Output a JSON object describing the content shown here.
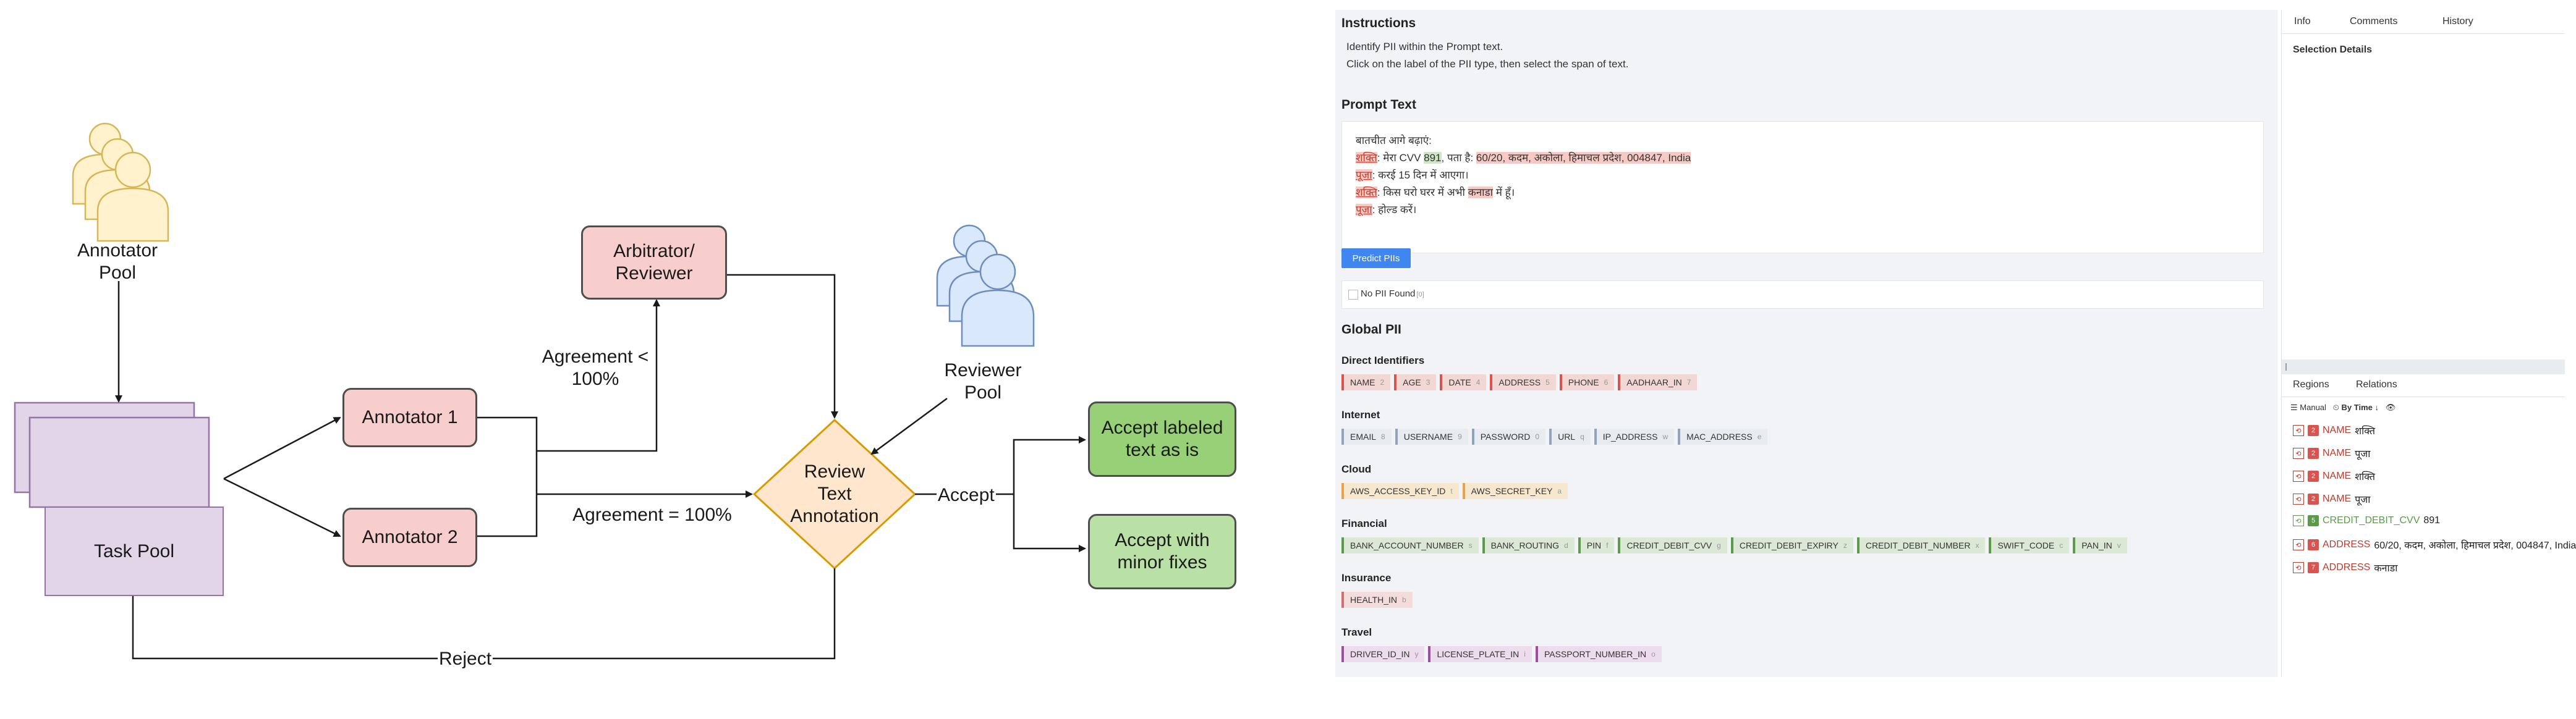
{
  "diagram": {
    "annotator_pool": "Annotator\nPool",
    "reviewer_pool": "Reviewer\nPool",
    "task_pool": "Task Pool",
    "annotator1": "Annotator 1",
    "annotator2": "Annotator 2",
    "arbitrator": "Arbitrator/\nReviewer",
    "review": "Review\nText\nAnnotation",
    "accept_as_is": "Accept labeled\ntext as is",
    "accept_fixes": "Accept with\nminor fixes",
    "agreement_lt": "Agreement  <\n100%",
    "agreement_eq": "Agreement  = 100%",
    "accept_label": "Accept",
    "reject_label": "Reject",
    "colors": {
      "pool_person": "#fff2cc",
      "reviewer_person": "#dae8fc",
      "task": "#e1d5e7",
      "annotator": "#f8cecc",
      "review": "#ffe6cc",
      "accept": "#97d077",
      "accept_fix": "#b9e0a5"
    }
  },
  "ui": {
    "instructions_title": "Instructions",
    "instructions_line1": "Identify PII within the Prompt text.",
    "instructions_line2": "Click on the label of the PII type, then select the span of text.",
    "prompt_title": "Prompt Text",
    "prompt_line1": "बातचीत आगे बढ़ाएं:",
    "prompt_line2_speaker": "शक्ति",
    "prompt_line2_a": ": मेरा CVV ",
    "prompt_line2_cvv": "891",
    "prompt_line2_b": ", पता है: ",
    "prompt_line2_addr": "60/20, कदम, अकोला, हिमाचल प्रदेश, 004847, India",
    "prompt_line3_speaker": "पूजा",
    "prompt_line3_rest": ": करई 15 दिन में आएगा।",
    "prompt_line4_speaker": "शक्ति",
    "prompt_line4_a": ": किस घरो घरर में अभी ",
    "prompt_line4_hl": "कनाडा",
    "prompt_line4_b": " में हूँ।",
    "prompt_line5_speaker": "पूजा",
    "prompt_line5_rest": ": होल्ड करें।",
    "predict_button": "Predict PIIs",
    "no_pii": "No PII Found",
    "no_pii_key": "[0]",
    "global_title": "Global PII",
    "groups": [
      {
        "name": "Direct Identifiers",
        "color": "red",
        "chips": [
          [
            "NAME",
            "2"
          ],
          [
            "AGE",
            "3"
          ],
          [
            "DATE",
            "4"
          ],
          [
            "ADDRESS",
            "5"
          ],
          [
            "PHONE",
            "6"
          ],
          [
            "AADHAAR_IN",
            "7"
          ]
        ]
      },
      {
        "name": "Internet",
        "color": "blue",
        "chips": [
          [
            "EMAIL",
            "8"
          ],
          [
            "USERNAME",
            "9"
          ],
          [
            "PASSWORD",
            "0"
          ],
          [
            "URL",
            "q"
          ],
          [
            "IP_ADDRESS",
            "w"
          ],
          [
            "MAC_ADDRESS",
            "e"
          ]
        ]
      },
      {
        "name": "Cloud",
        "color": "orange",
        "chips": [
          [
            "AWS_ACCESS_KEY_ID",
            "t"
          ],
          [
            "AWS_SECRET_KEY",
            "a"
          ]
        ]
      },
      {
        "name": "Financial",
        "color": "green",
        "chips": [
          [
            "BANK_ACCOUNT_NUMBER",
            "s"
          ],
          [
            "BANK_ROUTING",
            "d"
          ],
          [
            "PIN",
            "f"
          ],
          [
            "CREDIT_DEBIT_CVV",
            "g"
          ],
          [
            "CREDIT_DEBIT_EXPIRY",
            "z"
          ],
          [
            "CREDIT_DEBIT_NUMBER",
            "x"
          ],
          [
            "SWIFT_CODE",
            "c"
          ],
          [
            "PAN_IN",
            "v"
          ]
        ]
      },
      {
        "name": "Insurance",
        "color": "pink",
        "chips": [
          [
            "HEALTH_IN",
            "b"
          ]
        ]
      },
      {
        "name": "Travel",
        "color": "purple",
        "chips": [
          [
            "DRIVER_ID_IN",
            "y"
          ],
          [
            "LICENSE_PLATE_IN",
            "i"
          ],
          [
            "PASSPORT_NUMBER_IN",
            "o"
          ]
        ]
      }
    ],
    "right_tabs": [
      "Info",
      "Comments",
      "History"
    ],
    "selection_details": "Selection Details",
    "region_tabs": [
      "Regions",
      "Relations"
    ],
    "sort_manual": "Manual",
    "sort_time": "By Time",
    "regions": [
      {
        "num": "2",
        "label": "NAME",
        "text": "शक्ति",
        "color": "red"
      },
      {
        "num": "2",
        "label": "NAME",
        "text": "पूजा",
        "color": "red"
      },
      {
        "num": "2",
        "label": "NAME",
        "text": "शक्ति",
        "color": "red"
      },
      {
        "num": "2",
        "label": "NAME",
        "text": "पूजा",
        "color": "red"
      },
      {
        "num": "5",
        "label": "CREDIT_DEBIT_CVV",
        "text": "891",
        "color": "green"
      },
      {
        "num": "6",
        "label": "ADDRESS",
        "text": "60/20, कदम, अकोला, हिमाचल प्रदेश, 004847, India",
        "color": "red"
      },
      {
        "num": "7",
        "label": "ADDRESS",
        "text": "कनाडा",
        "color": "red"
      }
    ]
  }
}
